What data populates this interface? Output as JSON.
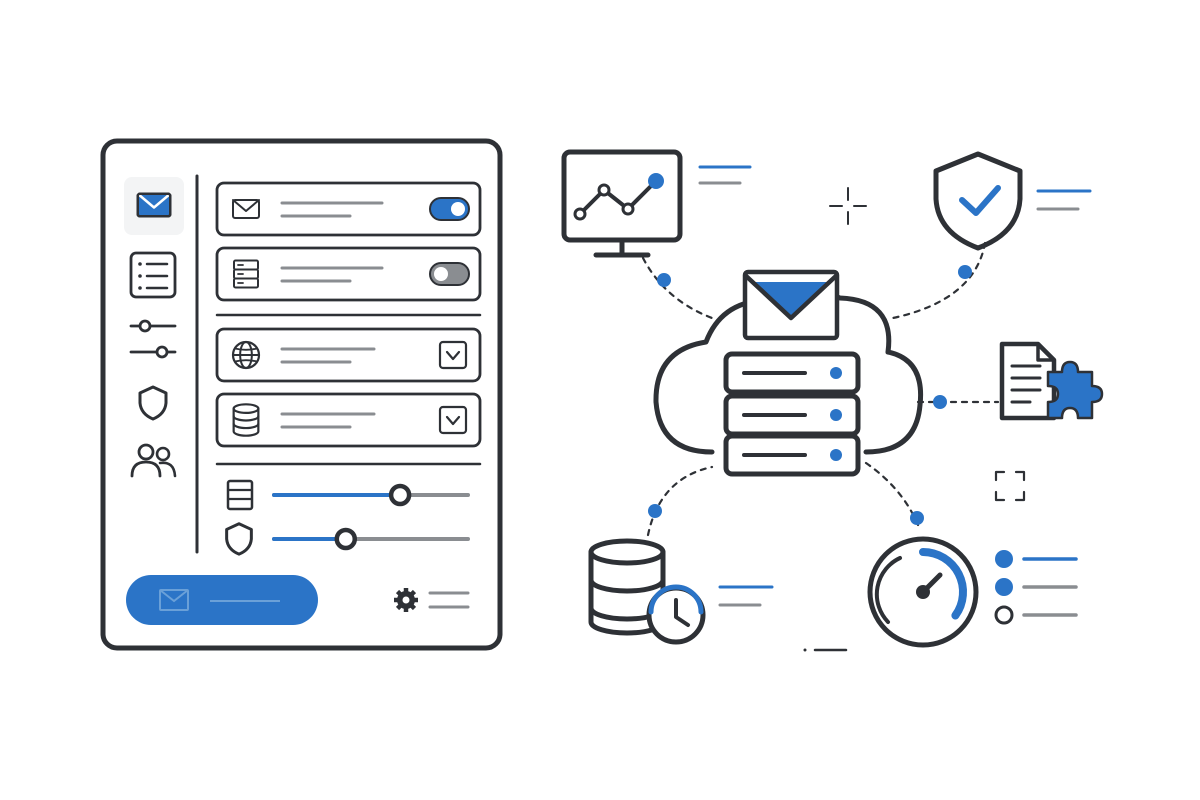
{
  "colors": {
    "stroke": "#2e3136",
    "accent": "#2b74c7",
    "muted": "#8a8d91",
    "background": "#ffffff",
    "panel_fill": "#ffffff"
  },
  "panel": {
    "sidebar": {
      "items": [
        {
          "icon": "mail-icon",
          "selected": true
        },
        {
          "icon": "list-icon",
          "selected": false
        },
        {
          "icon": "sliders-icon",
          "selected": false
        },
        {
          "icon": "shield-icon",
          "selected": false
        },
        {
          "icon": "users-icon",
          "selected": false
        }
      ]
    },
    "rows": [
      {
        "icon": "mail-icon",
        "control": "toggle",
        "on": true
      },
      {
        "icon": "server-icon",
        "control": "toggle",
        "on": false
      },
      {
        "icon": "globe-icon",
        "control": "dropdown"
      },
      {
        "icon": "database-icon",
        "control": "dropdown"
      }
    ],
    "sliders": [
      {
        "icon": "server-icon",
        "value": 0.65
      },
      {
        "icon": "shield-icon",
        "value": 0.37
      }
    ],
    "primary_button": {
      "icon": "mail-icon"
    },
    "footer": {
      "icon": "gear-icon"
    }
  },
  "diagram": {
    "hub": {
      "icons": [
        "cloud-icon",
        "mail-icon",
        "server-stack-icon"
      ]
    },
    "nodes": [
      {
        "icon": "monitor-chart-icon"
      },
      {
        "icon": "shield-check-icon"
      },
      {
        "icon": "document-puzzle-icon"
      },
      {
        "icon": "database-clock-icon"
      },
      {
        "icon": "gauge-icon",
        "value": 0.35
      }
    ],
    "decorations": [
      "sparkle-icon",
      "focus-frame-icon"
    ]
  }
}
